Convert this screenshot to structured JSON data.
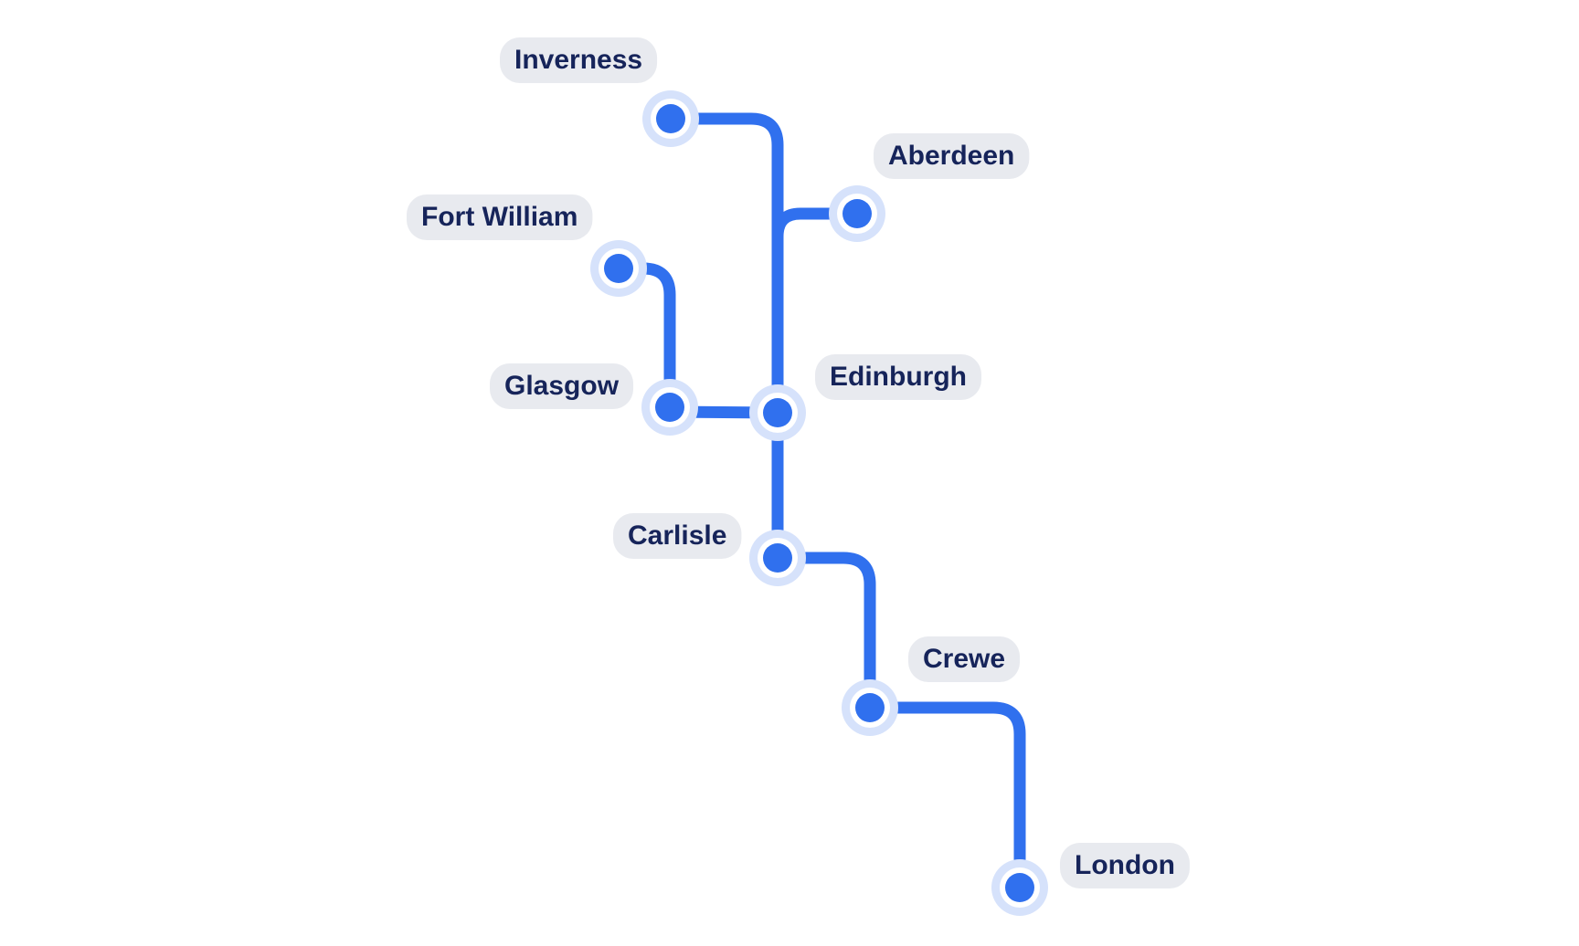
{
  "colors": {
    "line": "#3070ee",
    "node_fill": "#3070ee",
    "node_halo": "#d6e2fb",
    "label_background": "#e8eaef",
    "label_text": "#16245a"
  },
  "stations": [
    {
      "id": "inverness",
      "name": "Inverness"
    },
    {
      "id": "aberdeen",
      "name": "Aberdeen"
    },
    {
      "id": "fort-william",
      "name": "Fort William"
    },
    {
      "id": "glasgow",
      "name": "Glasgow"
    },
    {
      "id": "edinburgh",
      "name": "Edinburgh"
    },
    {
      "id": "carlisle",
      "name": "Carlisle"
    },
    {
      "id": "crewe",
      "name": "Crewe"
    },
    {
      "id": "london",
      "name": "London"
    }
  ],
  "connections": [
    {
      "from": "inverness",
      "to": "edinburgh"
    },
    {
      "from": "aberdeen",
      "to": "edinburgh"
    },
    {
      "from": "fort-william",
      "to": "glasgow"
    },
    {
      "from": "glasgow",
      "to": "edinburgh"
    },
    {
      "from": "edinburgh",
      "to": "carlisle"
    },
    {
      "from": "carlisle",
      "to": "crewe"
    },
    {
      "from": "crewe",
      "to": "london"
    }
  ]
}
